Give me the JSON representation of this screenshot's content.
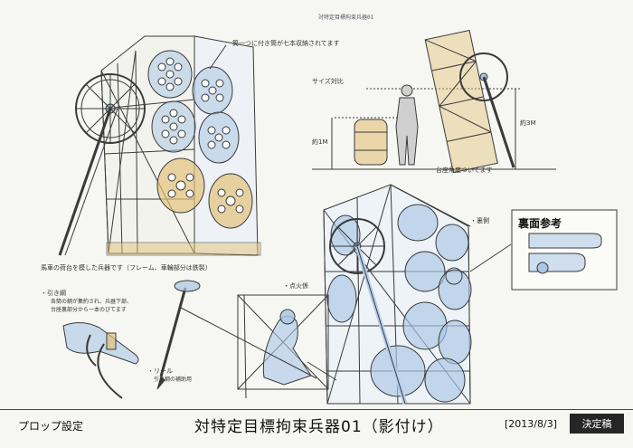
{
  "header": {
    "handwritten_note": "対特定目標拘束兵器01"
  },
  "annotations": {
    "cylinders_note": "筒一つに付き筒が七本収納されてます",
    "size_compare": "サイズ対比",
    "height_3m": "約3M",
    "height_1m": "約1M",
    "pedestal_angle": "台座角度ついてます",
    "reverse_side": "・裏側",
    "carriage_note": "馬車の荷台を模した兵器です（フレーム、車輪部分は鉄製）",
    "pull_rope_title": "・引き綱",
    "pull_rope_line1": "各筒の綱が集約され、兵器下部、",
    "pull_rope_line2": "台座裏部分から一本のびてます",
    "reel_title": "・リール",
    "reel_desc": "引き綱の補助用",
    "igniter": "・点火係"
  },
  "back_reference": {
    "label": "裏面参考"
  },
  "footer": {
    "category": "プロップ設定",
    "title": "対特定目標拘束兵器01（影付け）",
    "date": "[2013/8/3]",
    "status": "決定稿"
  },
  "colors": {
    "line": "#3a3a3a",
    "blue_shade": "#a9c6e4",
    "wood": "#e3c27a",
    "paper": "#f6f6f2"
  }
}
